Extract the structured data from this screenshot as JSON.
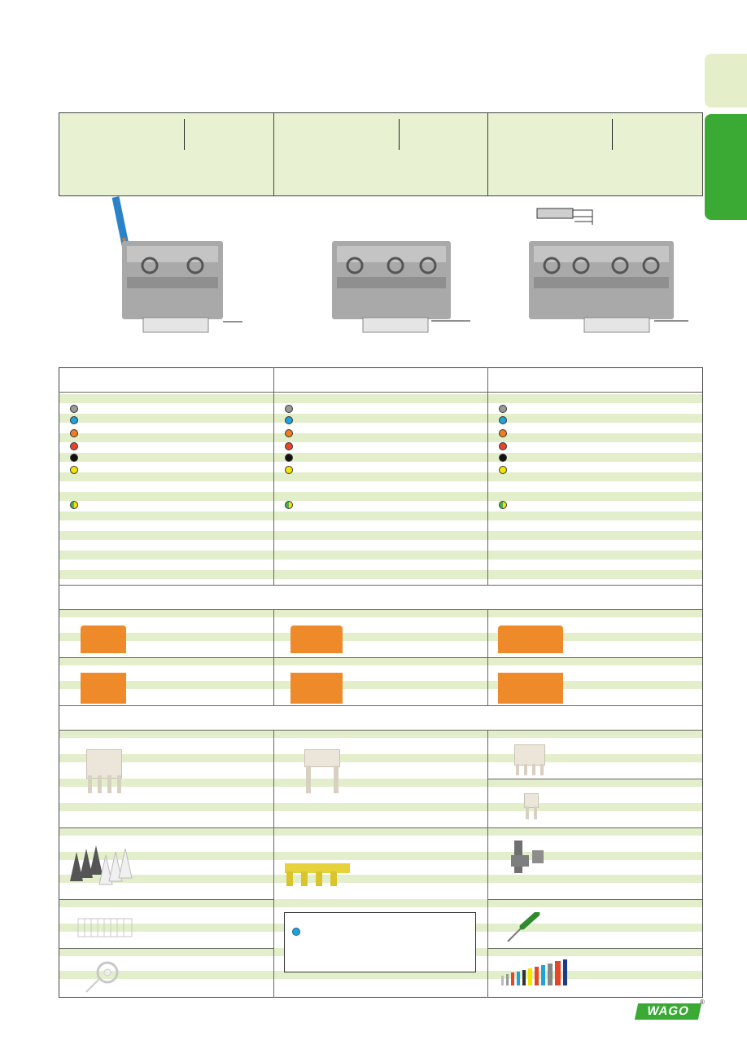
{
  "brand": {
    "logo_text": "WAGO",
    "registered_mark": "®",
    "colors": {
      "green_accent": "#3aaa35",
      "light_green": "#e8f1d2",
      "orange_accessory": "#ef8a2a"
    }
  },
  "color_dots": [
    {
      "name": "grey",
      "hex": "#9a9a9a"
    },
    {
      "name": "blue",
      "hex": "#1fa3dc"
    },
    {
      "name": "orange",
      "hex": "#f07d1f"
    },
    {
      "name": "red",
      "hex": "#e5452a"
    },
    {
      "name": "black",
      "hex": "#111111"
    },
    {
      "name": "yellow",
      "hex": "#f4e400"
    },
    {
      "name": "green-yellow",
      "hex": "split"
    }
  ],
  "note_icon": "info-dot-blue"
}
